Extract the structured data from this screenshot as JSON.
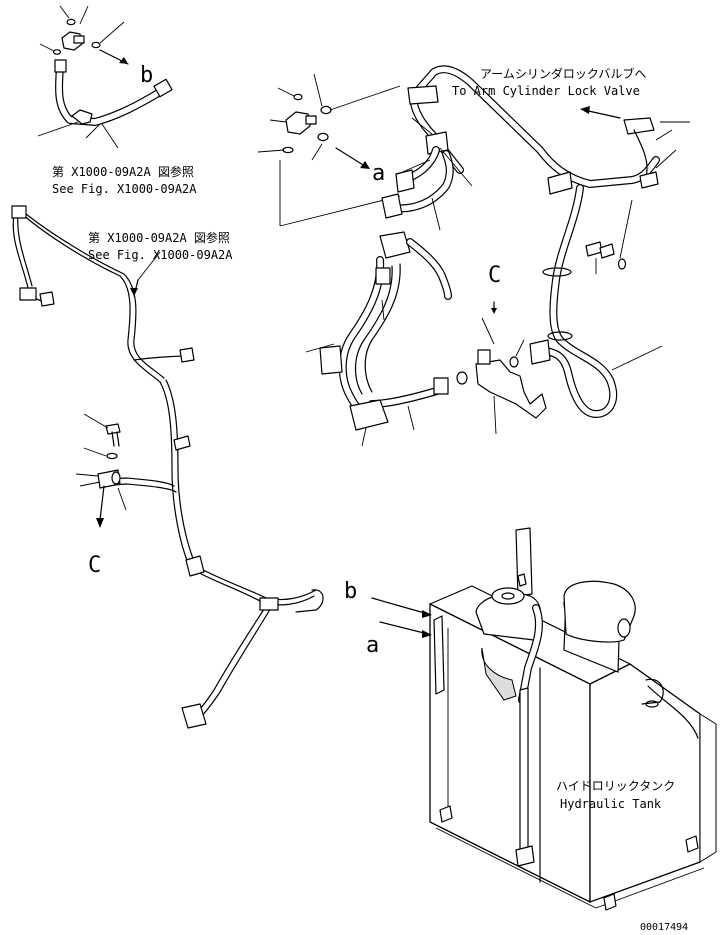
{
  "labels": {
    "b_top": "b",
    "a_top": "a",
    "c_right": "C",
    "c_left": "C",
    "b_tank": "b",
    "a_tank": "a"
  },
  "notes": {
    "ref1_jp": "第 X1000-09A2A 図参照",
    "ref1_en": "See Fig. X1000-09A2A",
    "ref2_jp": "第 X1000-09A2A 図参照",
    "ref2_en": "See Fig. X1000-09A2A",
    "arm_valve_jp": "アームシリンダロックバルブへ",
    "arm_valve_en": "To Arm Cylinder Lock Valve",
    "tank_jp": "ハイドロリックタンク",
    "tank_en": "Hydraulic Tank"
  },
  "drawing_number": "00017494"
}
